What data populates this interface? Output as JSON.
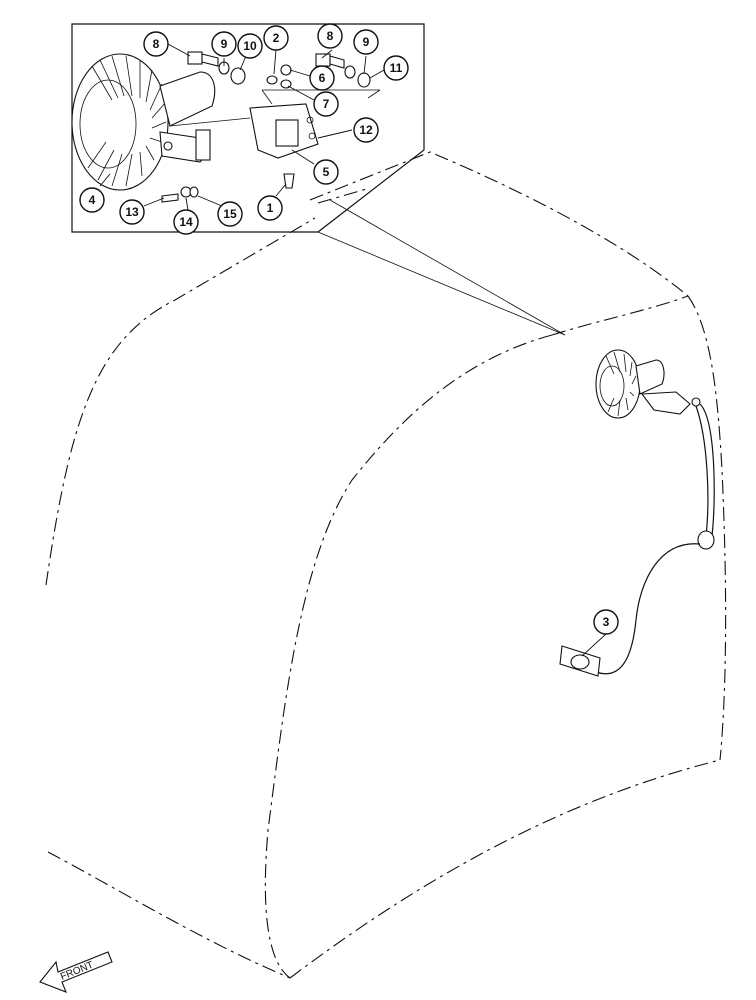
{
  "callouts": [
    {
      "label": "1"
    },
    {
      "label": "2"
    },
    {
      "label": "3"
    },
    {
      "label": "4"
    },
    {
      "label": "5"
    },
    {
      "label": "6"
    },
    {
      "label": "7"
    },
    {
      "label": "8"
    },
    {
      "label": "8"
    },
    {
      "label": "9"
    },
    {
      "label": "9"
    },
    {
      "label": "10"
    },
    {
      "label": "11"
    },
    {
      "label": "12"
    },
    {
      "label": "13"
    },
    {
      "label": "14"
    },
    {
      "label": "15"
    }
  ],
  "front_label": "FRONT"
}
